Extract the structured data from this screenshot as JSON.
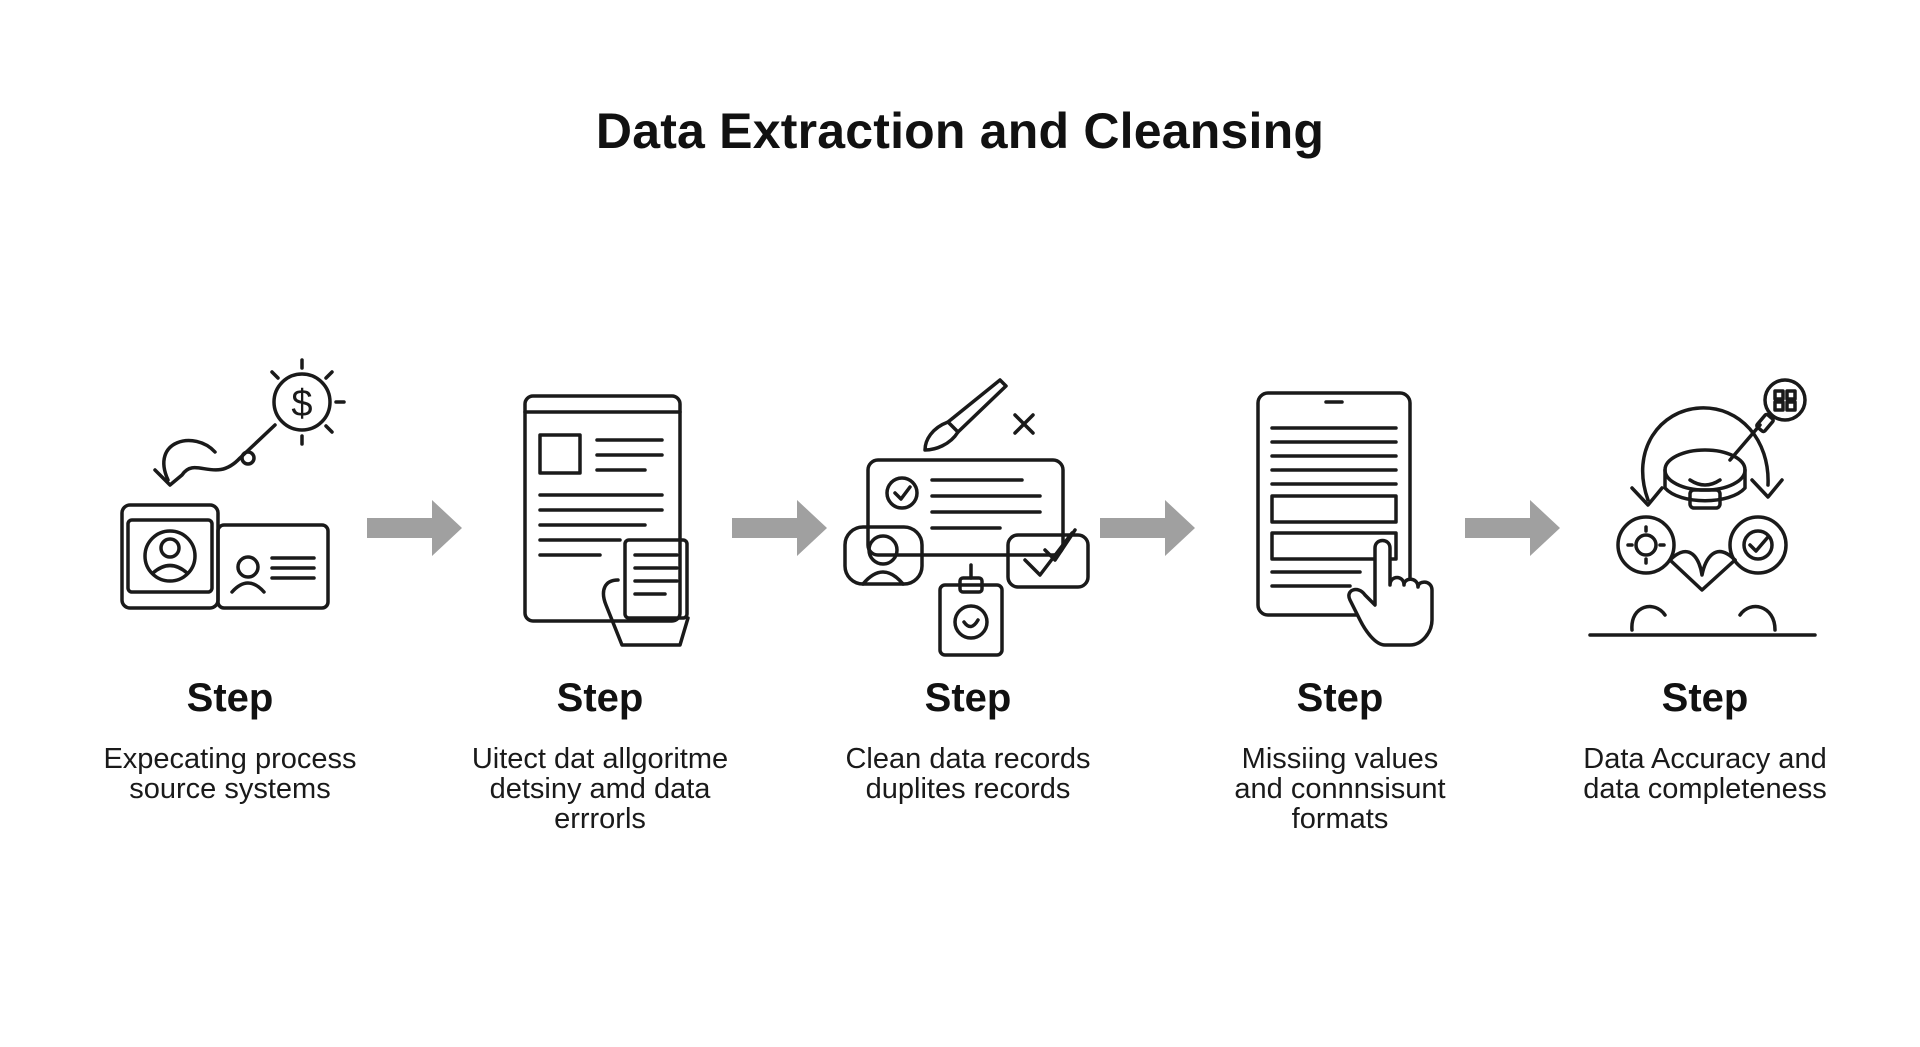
{
  "title": "Data Extraction and Cleansing",
  "steps": [
    {
      "label": "Step",
      "description": [
        "Expecating process",
        "source systems"
      ],
      "icon": "id-card-money-icon"
    },
    {
      "label": "Step",
      "description": [
        "Uitect dat allgoritme",
        "detsiny amd data",
        "errrorls"
      ],
      "icon": "document-handheld-icon"
    },
    {
      "label": "Step",
      "description": [
        "Clean data records",
        "duplites records"
      ],
      "icon": "clean-records-icon"
    },
    {
      "label": "Step",
      "description": [
        "Missiing values",
        "and connnsisunt",
        "formats"
      ],
      "icon": "tablet-touch-icon"
    },
    {
      "label": "Step",
      "description": [
        "Data Accuracy and",
        "data completeness"
      ],
      "icon": "accuracy-cycle-icon"
    }
  ],
  "arrows": [
    "arrow-right-icon",
    "arrow-right-icon",
    "arrow-right-icon",
    "arrow-right-icon"
  ],
  "colors": {
    "stroke": "#1a1a1a",
    "arrow": "#a0a0a0",
    "background": "#ffffff"
  }
}
